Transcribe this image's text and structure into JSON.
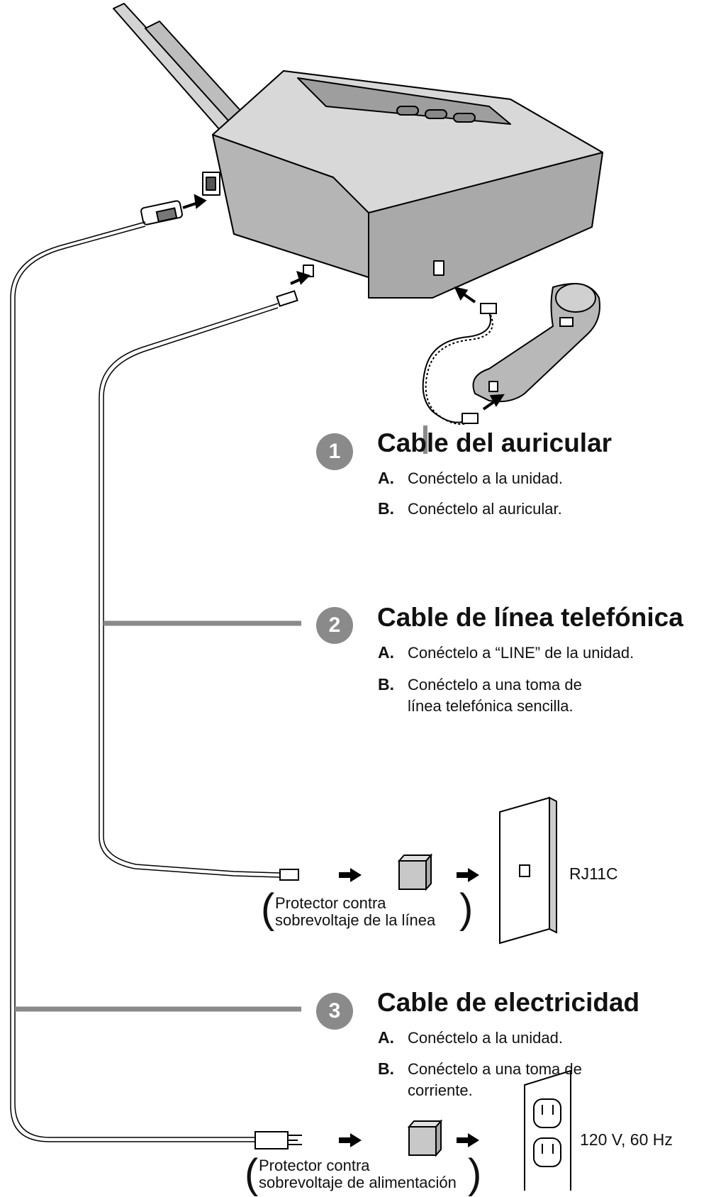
{
  "sections": [
    {
      "number": "1",
      "title": "Cable del auricular",
      "steps": [
        {
          "letter": "A.",
          "text": "Conéctelo a la unidad."
        },
        {
          "letter": "B.",
          "text": "Conéctelo al auricular."
        }
      ]
    },
    {
      "number": "2",
      "title": "Cable de línea telefónica",
      "steps": [
        {
          "letter": "A.",
          "text": "Conéctelo a “LINE” de la unidad."
        },
        {
          "letter": "B.",
          "text": "Conéctelo a una toma de",
          "text2": "línea telefónica sencilla."
        }
      ]
    },
    {
      "number": "3",
      "title": "Cable de electricidad",
      "steps": [
        {
          "letter": "A.",
          "text": "Conéctelo a la unidad."
        },
        {
          "letter": "B.",
          "text": "Conéctelo a una toma de",
          "text2": "corriente."
        }
      ]
    }
  ],
  "labels": {
    "phone_jack": "RJ11C",
    "outlet": "120 V, 60 Hz",
    "line_protector_1": "Protector contra",
    "line_protector_2": "sobrevoltaje de la línea",
    "power_protector_1": "Protector contra",
    "power_protector_2": "sobrevoltaje de alimentación"
  }
}
